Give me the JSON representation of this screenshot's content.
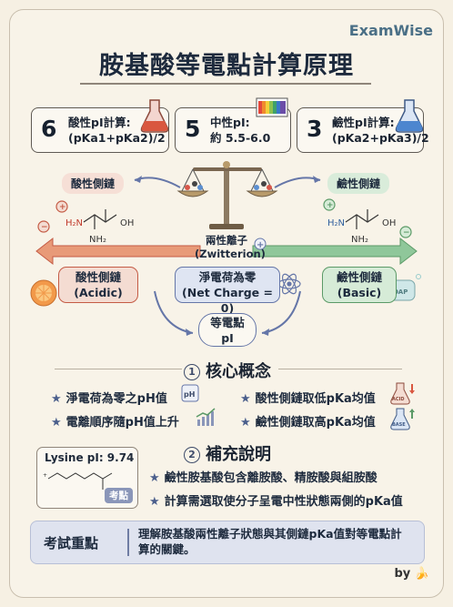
{
  "brand": "ExamWise",
  "title": "胺基酸等電點計算原理",
  "top_cards": [
    {
      "num": "6",
      "line1": "酸性pI計算:",
      "line2": "(pKa1+pKa2)/2"
    },
    {
      "num": "5",
      "line1": "中性pI:",
      "line2": "約 5.5-6.0"
    },
    {
      "num": "3",
      "line1": "鹼性pI計算:",
      "line2": "(pKa2+pKa3)/2"
    }
  ],
  "diagram": {
    "acid_tag": "酸性側鏈",
    "base_tag": "鹼性側鏈",
    "mol_h2n": "H₂N",
    "mol_oh": "OH",
    "mol_nh2": "NH₂",
    "zwitterion_line1": "兩性離子",
    "zwitterion_line2": "(Zwitterion)",
    "acidic_line1": "酸性側鏈",
    "acidic_line2": "(Acidic)",
    "net_line1": "淨電荷為零",
    "net_line2": "(Net Charge = 0)",
    "basic_line1": "鹼性側鏈",
    "basic_line2": "(Basic)",
    "pi_line1": "等電點",
    "pi_line2": "pI",
    "plus": "+",
    "minus": "−",
    "soap": "SOAP"
  },
  "core": {
    "num": "1",
    "title": "核心概念",
    "items": [
      "淨電荷為零之pH值",
      "電離順序隨pH值上升",
      "酸性側鏈取低pKa均值",
      "鹼性側鏈取高pKa均值"
    ],
    "ph_badge": "pH",
    "acid_badge": "ACID",
    "base_badge": "BASE"
  },
  "supp": {
    "num": "2",
    "title": "補充說明",
    "lysine": "Lysine pI: 9.74",
    "badge": "考點",
    "items": [
      "鹼性胺基酸包含離胺酸、精胺酸與組胺酸",
      "計算需選取使分子呈電中性狀態兩側的pKa值"
    ]
  },
  "exam": {
    "heading": "考試重點",
    "text": "理解胺基酸兩性離子狀態與其側鏈pKa值對等電點計算的關鍵。"
  },
  "footer": "by",
  "colors": {
    "acid": "#c45b45",
    "base": "#5b9a67",
    "neutral": "#6576a8"
  }
}
